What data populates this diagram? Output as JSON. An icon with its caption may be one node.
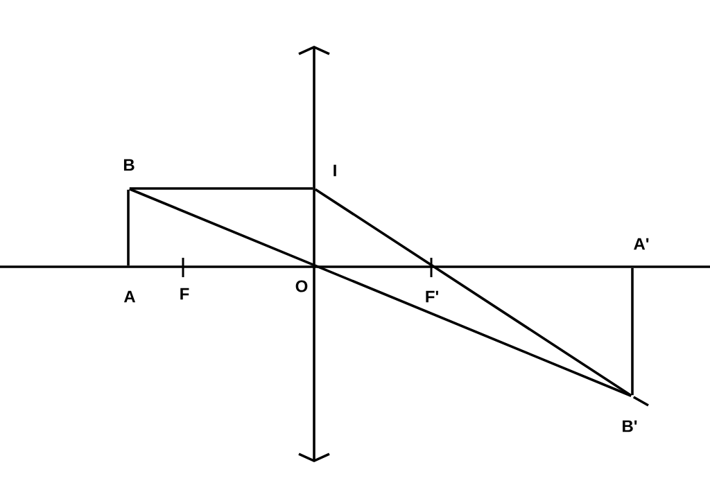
{
  "diagram": {
    "nodes": [
      {
        "text": [
          "A"
        ]
      },
      {
        "text": [
          "B"
        ]
      },
      {
        "text": [
          "I"
        ]
      },
      {
        "text": [
          "A'"
        ]
      },
      {
        "text": [
          "B'"
        ]
      }
    ],
    "edges": [
      {
        "from": 0,
        "to": 1,
        "arrow": "none"
      },
      {
        "from": 1,
        "to": 2,
        "arrow": "none"
      },
      {
        "from": 2,
        "to": 4,
        "arrow": "none"
      },
      {
        "from": 1,
        "to": 4,
        "arrow": "none"
      },
      {
        "from": 3,
        "to": 4,
        "arrow": "none"
      }
    ],
    "labels": [
      "F",
      "O",
      "F'"
    ]
  }
}
